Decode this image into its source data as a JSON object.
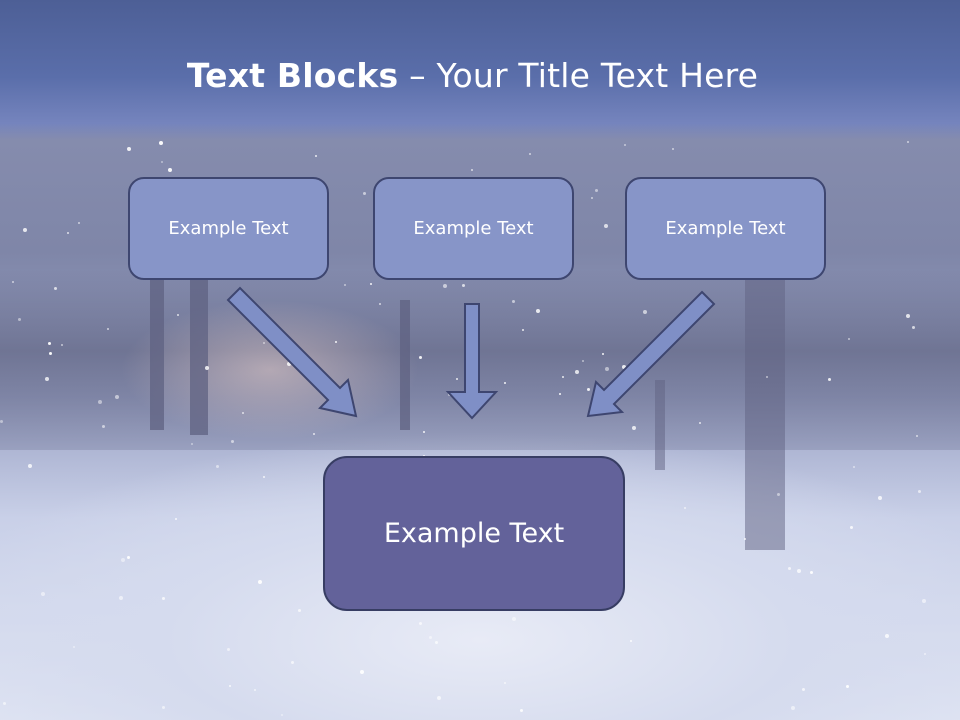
{
  "slide": {
    "title_bold": "Text Blocks",
    "title_dash": " – ",
    "title_rest": "Your Title Text Here"
  },
  "blocks": {
    "top": [
      {
        "label": "Example Text"
      },
      {
        "label": "Example Text"
      },
      {
        "label": "Example Text"
      }
    ],
    "center": {
      "label": "Example Text"
    }
  },
  "colors": {
    "title_band": "#5a6eaa",
    "block_fill": "#8795c8",
    "block_border": "#3e4670",
    "center_fill": "#63629a",
    "arrow_fill": "#7f8fc6"
  }
}
